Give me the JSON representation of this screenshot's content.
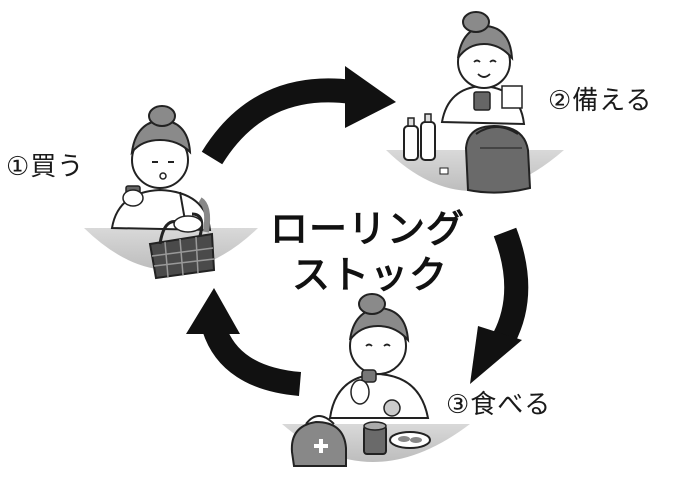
{
  "title": {
    "line1": "ローリング",
    "line2": "ストック"
  },
  "steps": [
    {
      "label": "①買う"
    },
    {
      "label": "②備える"
    },
    {
      "label": "③食べる"
    }
  ],
  "colors": {
    "arrow": "#111111",
    "shade": "#c8c8c8",
    "hair": "#8a8a8a",
    "ink": "#222222"
  }
}
